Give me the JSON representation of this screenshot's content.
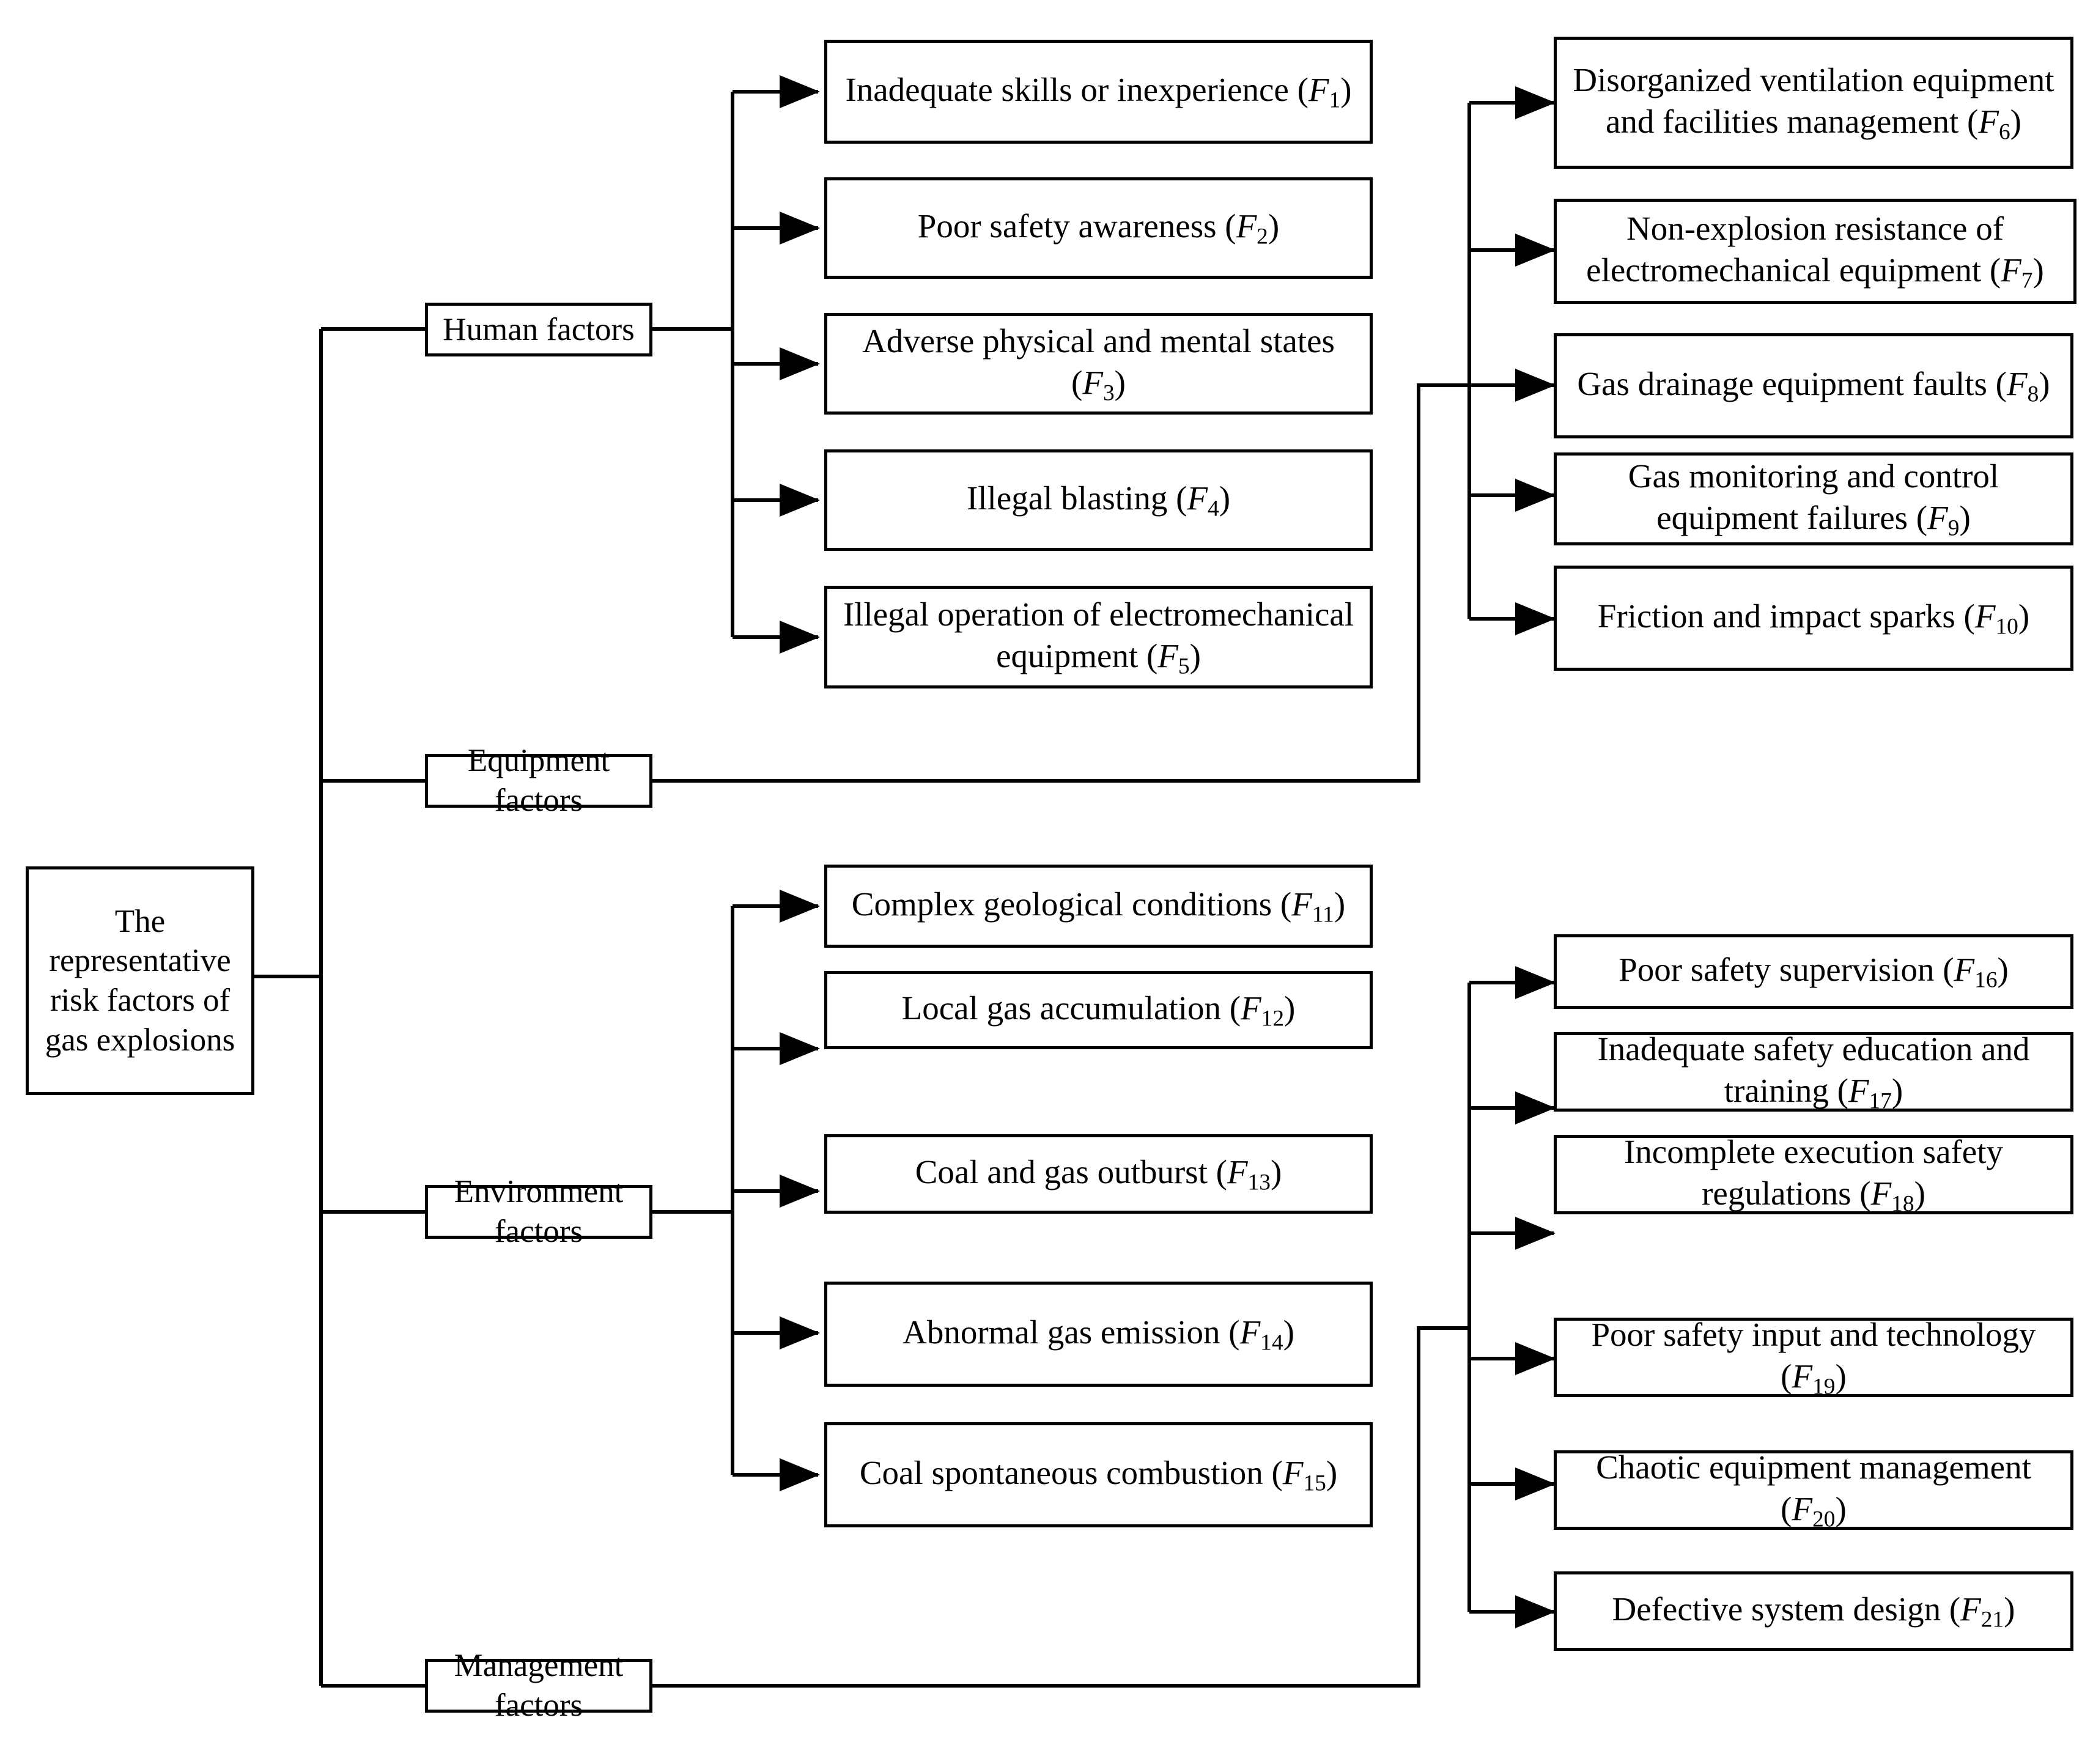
{
  "diagram": {
    "title_node": {
      "label": "The representative risk factors of gas explosions"
    },
    "categories": [
      {
        "id": "human",
        "label": "Human factors"
      },
      {
        "id": "equipment",
        "label": "Equipment factors"
      },
      {
        "id": "environment",
        "label": "Environment factors"
      },
      {
        "id": "management",
        "label": "Management factors"
      }
    ],
    "factors": [
      {
        "code": "F1",
        "text": "Inadequate skills or inexperience",
        "label": "Inadequate skills or inexperience (F1)",
        "parent": "human"
      },
      {
        "code": "F2",
        "text": "Poor safety awareness",
        "label": "Poor safety awareness (F2)",
        "parent": "human"
      },
      {
        "code": "F3",
        "text": "Adverse physical and mental states",
        "label": "Adverse physical and mental states (F3)",
        "parent": "human"
      },
      {
        "code": "F4",
        "text": "Illegal blasting",
        "label": "Illegal blasting (F4)",
        "parent": "human"
      },
      {
        "code": "F5",
        "text": "Illegal operation of electromechanical equipment",
        "label": "Illegal operation of electromechanical equipment (F5)",
        "parent": "human"
      },
      {
        "code": "F6",
        "text": "Disorganized ventilation equipment and facilities management",
        "label": "Disorganized ventilation equipment and facilities management (F6)",
        "parent": "equipment"
      },
      {
        "code": "F7",
        "text": "Non-explosion resistance of electromechanical equipment",
        "label": "Non-explosion resistance of electromechanical equipment (F7)",
        "parent": "equipment"
      },
      {
        "code": "F8",
        "text": "Gas drainage equipment faults",
        "label": "Gas drainage equipment faults (F8)",
        "parent": "equipment"
      },
      {
        "code": "F9",
        "text": "Gas monitoring and control equipment failures",
        "label": "Gas monitoring and control equipment failures (F9)",
        "parent": "equipment"
      },
      {
        "code": "F10",
        "text": "Friction and impact sparks",
        "label": "Friction and impact sparks (F10)",
        "parent": "equipment"
      },
      {
        "code": "F11",
        "text": "Complex geological conditions",
        "label": "Complex geological conditions (F11)",
        "parent": "environment"
      },
      {
        "code": "F12",
        "text": "Local gas accumulation",
        "label": "Local gas accumulation (F12)",
        "parent": "environment"
      },
      {
        "code": "F13",
        "text": "Coal and gas outburst",
        "label": "Coal and gas outburst (F13)",
        "parent": "environment"
      },
      {
        "code": "F14",
        "text": "Abnormal gas emission",
        "label": "Abnormal gas emission (F14)",
        "parent": "environment"
      },
      {
        "code": "F15",
        "text": "Coal spontaneous combustion",
        "label": "Coal spontaneous combustion (F15)",
        "parent": "environment"
      },
      {
        "code": "F16",
        "text": "Poor safety supervision",
        "label": "Poor safety supervision (F16)",
        "parent": "management"
      },
      {
        "code": "F17",
        "text": "Inadequate safety education and training",
        "label": "Inadequate safety education and training (F17)",
        "parent": "management"
      },
      {
        "code": "F18",
        "text": "Incomplete execution safety regulations",
        "label": "Incomplete execution safety regulations (F18)",
        "parent": "management"
      },
      {
        "code": "F19",
        "text": "Poor safety input and technology",
        "label": "Poor safety input and technology (F19)",
        "parent": "management"
      },
      {
        "code": "F20",
        "text": "Chaotic equipment management",
        "label": "Chaotic equipment management (F20)",
        "parent": "management"
      },
      {
        "code": "F21",
        "text": "Defective system design",
        "label": "Defective system design (F21)",
        "parent": "management"
      }
    ],
    "colors": {
      "line": "#000000",
      "box_fill": "#ffffff",
      "text": "#000000"
    }
  }
}
